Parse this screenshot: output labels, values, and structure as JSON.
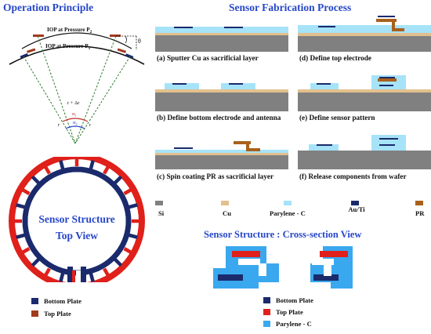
{
  "operation": {
    "title": "Operation Principle",
    "iop_p2": "IOP at Pressure P",
    "iop_p2_sub": "2",
    "iop_p1": "IOP at Pressure P",
    "iop_p1_sub": "1",
    "theta": "θ",
    "r_delta": "r + Δr",
    "alpha1": "α",
    "alpha1_sub": "1",
    "alpha2": "α",
    "alpha2_sub": "2",
    "r_left": "r",
    "r_right": "r"
  },
  "fabrication": {
    "title": "Sensor Fabrication Process",
    "steps": [
      {
        "label": "(a) Sputter Cu as sacrificial layer"
      },
      {
        "label": "(b) Define bottom electrode and antenna"
      },
      {
        "label": "(c) Spin coating PR as sacrificial layer"
      },
      {
        "label": "(d) Define top electrode"
      },
      {
        "label": "(e) Define sensor pattern"
      },
      {
        "label": "(f) Release components from wafer"
      }
    ],
    "legend": [
      {
        "label": "Si",
        "color": "#808080"
      },
      {
        "label": "Cu",
        "color": "#e2c08d"
      },
      {
        "label": "Parylene - C",
        "color": "#a6e3f8"
      },
      {
        "label": "Au/Ti",
        "color": "#1a2a6c"
      },
      {
        "label": "PR",
        "color": "#a8611c"
      }
    ]
  },
  "structure_top": {
    "title_line1": "Sensor Structure",
    "title_line2": "Top View",
    "legend": [
      {
        "label": "Bottom Plate",
        "color": "#1a2a6c"
      },
      {
        "label": "Top Plate",
        "color": "#a23a1e"
      }
    ]
  },
  "cross_section": {
    "title": "Sensor Structure : Cross-section View",
    "legend": [
      {
        "label": "Bottom Plate",
        "color": "#1a2a6c"
      },
      {
        "label": "Top Plate",
        "color": "#e0201a"
      },
      {
        "label": "Parylene - C",
        "color": "#3aa8ee"
      }
    ]
  },
  "colors": {
    "heading": "#2747c8",
    "si": "#808080",
    "cu": "#e2c08d",
    "parylene_light": "#a6e3f8",
    "electrode": "#1a2a6c",
    "pr": "#a8611c",
    "top_plate_ring": "#e0201a",
    "parylene_cross": "#3aa8ee"
  }
}
